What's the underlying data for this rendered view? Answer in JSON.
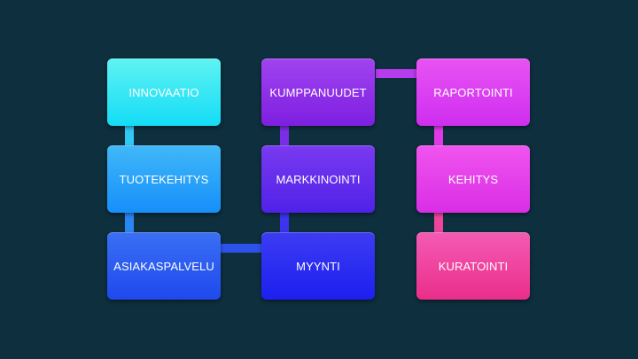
{
  "diagram": {
    "background": "#0e2f3e",
    "columns": [
      {
        "boxes": [
          {
            "label": "INNOVAATIO",
            "color_top": "#5ef3f2",
            "color_bottom": "#14dcf6"
          },
          {
            "label": "TUOTEKEHITYS",
            "color_top": "#40b8f8",
            "color_bottom": "#168ffb"
          },
          {
            "label": "ASIAKASPALVELU",
            "color_top": "#3a6ff3",
            "color_bottom": "#1f49ee"
          }
        ]
      },
      {
        "boxes": [
          {
            "label": "KUMPPANUUDET",
            "color_top": "#a143f0",
            "color_bottom": "#7d1fe0"
          },
          {
            "label": "MARKKINOINTI",
            "color_top": "#7a3af0",
            "color_bottom": "#4f22e8"
          },
          {
            "label": "MYYNTI",
            "color_top": "#3d3cf2",
            "color_bottom": "#1c1ff0"
          }
        ]
      },
      {
        "boxes": [
          {
            "label": "RAPORTOINTI",
            "color_top": "#e853f3",
            "color_bottom": "#cf2ef0"
          },
          {
            "label": "KEHITYS",
            "color_top": "#f154ee",
            "color_bottom": "#d92ee6"
          },
          {
            "label": "KURATOINTI",
            "color_top": "#f45bb4",
            "color_bottom": "#ea2e8a"
          }
        ]
      }
    ]
  }
}
